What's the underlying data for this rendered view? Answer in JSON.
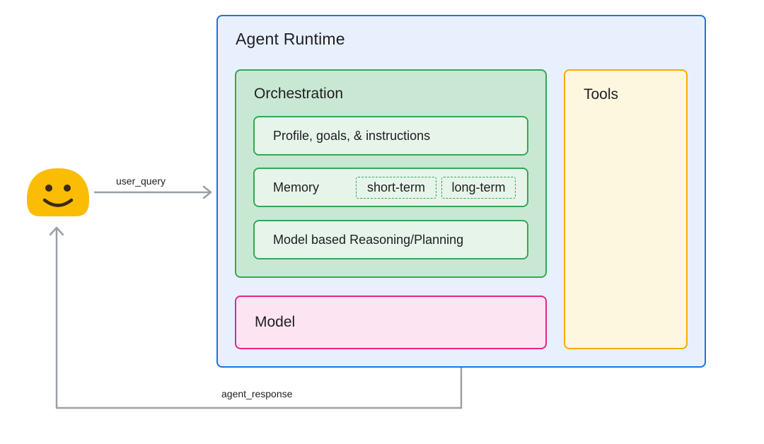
{
  "agent_runtime": {
    "title": "Agent Runtime",
    "color": "#1a73e8",
    "fill": "#e8f0fe"
  },
  "orchestration": {
    "title": "Orchestration",
    "color": "#34a853",
    "items": {
      "profile": "Profile, goals, & instructions",
      "memory": "Memory",
      "reasoning": "Model based Reasoning/Planning"
    },
    "memory_types": {
      "short": "short-term",
      "long": "long-term"
    }
  },
  "model": {
    "label": "Model",
    "color": "#e52592"
  },
  "tools": {
    "label": "Tools",
    "color": "#f9ab00"
  },
  "flows": {
    "user_query": "user_query",
    "agent_response": "agent_response"
  },
  "user": {
    "icon": "smiley-face-icon",
    "color": "#fbbc04"
  }
}
